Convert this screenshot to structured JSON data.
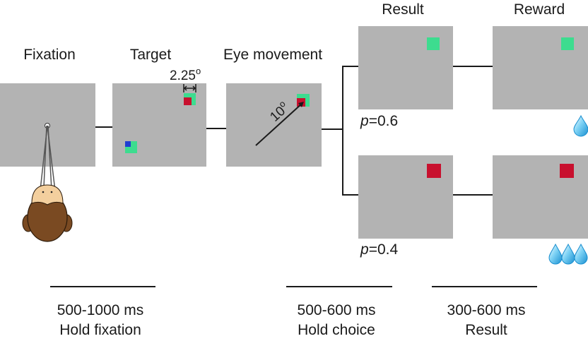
{
  "stages": {
    "fixation": "Fixation",
    "target": "Target",
    "eye_movement": "Eye movement",
    "result": "Result",
    "reward": "Reward"
  },
  "target_size": {
    "value": "2.25",
    "unit": "o"
  },
  "saccade_angle": {
    "value": "10",
    "unit": "o"
  },
  "outcomes": [
    {
      "p_symbol": "p",
      "p_value": "=0.6",
      "drops": 1
    },
    {
      "p_symbol": "p",
      "p_value": "=0.4",
      "drops": 3
    }
  ],
  "timings": [
    {
      "duration": "500-1000 ms",
      "label": "Hold fixation"
    },
    {
      "duration": "500-600 ms",
      "label": "Hold choice"
    },
    {
      "duration": "300-600 ms",
      "label": "Result"
    }
  ],
  "colors": {
    "screen": "#b3b3b3",
    "green": "#3ddc8f",
    "red": "#c8102e",
    "blue": "#1f3ed1",
    "drop": "#2aa8e0",
    "hair": "#7a4a22",
    "skin": "#f3cf9e"
  }
}
